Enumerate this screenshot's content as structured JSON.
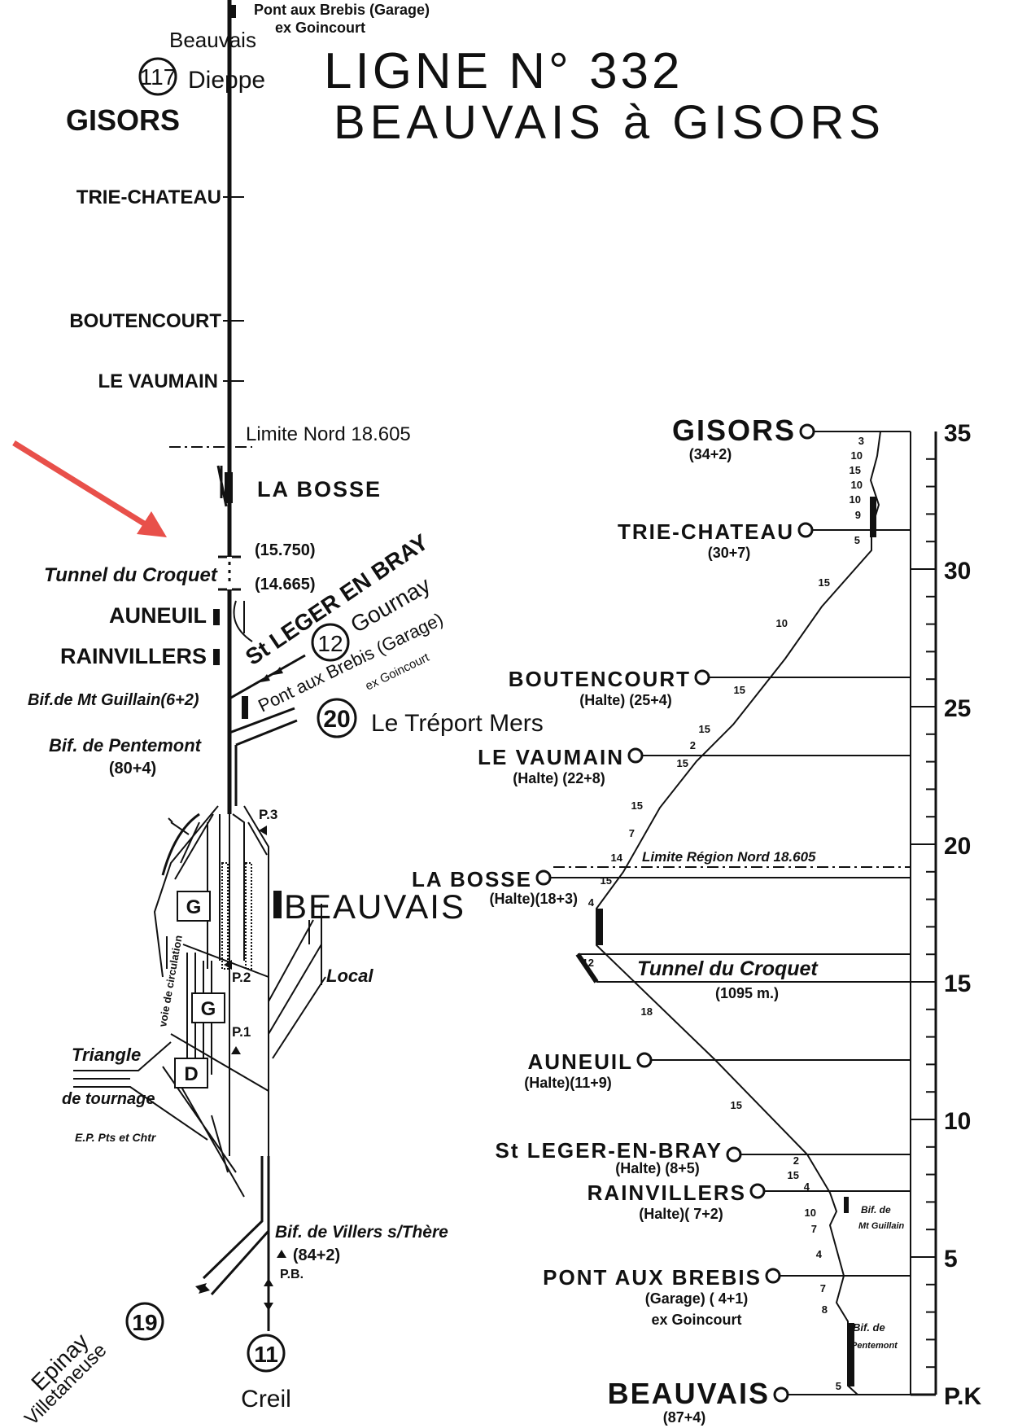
{
  "title": {
    "line1": "LIGNE N° 332",
    "line2": "BEAUVAIS à GISORS"
  },
  "schematic": {
    "top_pont": "Pont aux Brebis (Garage)",
    "top_goincourt": "ex Goincourt",
    "beauvais_dir": "Beauvais",
    "line_117": "117",
    "dieppe": "Dieppe",
    "gisors": "GISORS",
    "trie": "TRIE-CHATEAU",
    "boutencourt": "BOUTENCOURT",
    "vaumain": "LE VAUMAIN",
    "limite": "Limite Nord 18.605",
    "la_bosse": "LA BOSSE",
    "pk_15750": "(15.750)",
    "tunnel": "Tunnel du Croquet",
    "pk_14665": "(14.665)",
    "auneuil": "AUNEUIL",
    "rainvillers": "RAINVILLERS",
    "st_leger": "St LEGER EN BRAY",
    "gournay": "Gournay",
    "line_12": "12",
    "pont_rot": "Pont aux Brebis (Garage)",
    "goincourt_rot": "ex Goincourt",
    "bif_guillain": "Bif.de Mt Guillain(6+2)",
    "line_20": "20",
    "treport": "Le Tréport Mers",
    "bif_pentemont": "Bif. de Pentemont",
    "pentemont_pk": "(80+4)",
    "beauvais": "BEAUVAIS",
    "voie": "voie de circulation",
    "g1": "G",
    "g2": "G",
    "d": "D",
    "p3": "P.3",
    "p2": "P.2",
    "p1": "P.1",
    "local": "Local",
    "triangle": "Triangle",
    "tournage": "de tournage",
    "ep": "E.P. Pts et Chtr",
    "bif_villers": "Bif. de Villers s/Thère",
    "villers_pk": "(84+2)",
    "pb": "P.B.",
    "line_19": "19",
    "epinay": "Epinay",
    "villetaneuse": "Villetaneuse",
    "line_11": "11",
    "creil": "Creil"
  },
  "profile": {
    "stations": [
      {
        "name": "GISORS",
        "sub": "(34+2)"
      },
      {
        "name": "TRIE-CHATEAU",
        "sub": "(30+7)"
      },
      {
        "name": "BOUTENCOURT",
        "sub": "(Halte) (25+4)"
      },
      {
        "name": "LE VAUMAIN",
        "sub": "(Halte) (22+8)"
      },
      {
        "name": "LA BOSSE",
        "sub": "(Halte)(18+3)"
      },
      {
        "name": "AUNEUIL",
        "sub": "(Halte)(11+9)"
      },
      {
        "name": "St LEGER-EN-BRAY",
        "sub": "(Halte) (8+5)"
      },
      {
        "name": "RAINVILLERS",
        "sub": "(Halte)( 7+2)"
      },
      {
        "name": "PONT AUX BREBIS",
        "sub": "(Garage) ( 4+1)",
        "sub2": "ex Goincourt"
      },
      {
        "name": "BEAUVAIS",
        "sub": "(87+4)"
      }
    ],
    "pk_ticks": [
      "35",
      "30",
      "25",
      "20",
      "15",
      "10",
      "5",
      "P.K"
    ],
    "limite": "Limite Région Nord 18.605",
    "tunnel": "Tunnel du Croquet",
    "tunnel_len": "(1095 m.)",
    "bif_guillain_1": "Bif. de",
    "bif_guillain_2": "Mt Guillain",
    "bif_pent_1": "Bif. de",
    "bif_pent_2": "Pentemont",
    "gradients": [
      "3",
      "10",
      "15",
      "10",
      "10",
      "9",
      "5",
      "15",
      "10",
      "15",
      "15",
      "2",
      "15",
      "15",
      "7",
      "14",
      "15",
      "4",
      "12",
      "18",
      "15",
      "2",
      "15",
      "4",
      "10",
      "7",
      "4",
      "7",
      "8",
      "5"
    ]
  },
  "annotation": {
    "arrow_color": "#e8504a"
  }
}
